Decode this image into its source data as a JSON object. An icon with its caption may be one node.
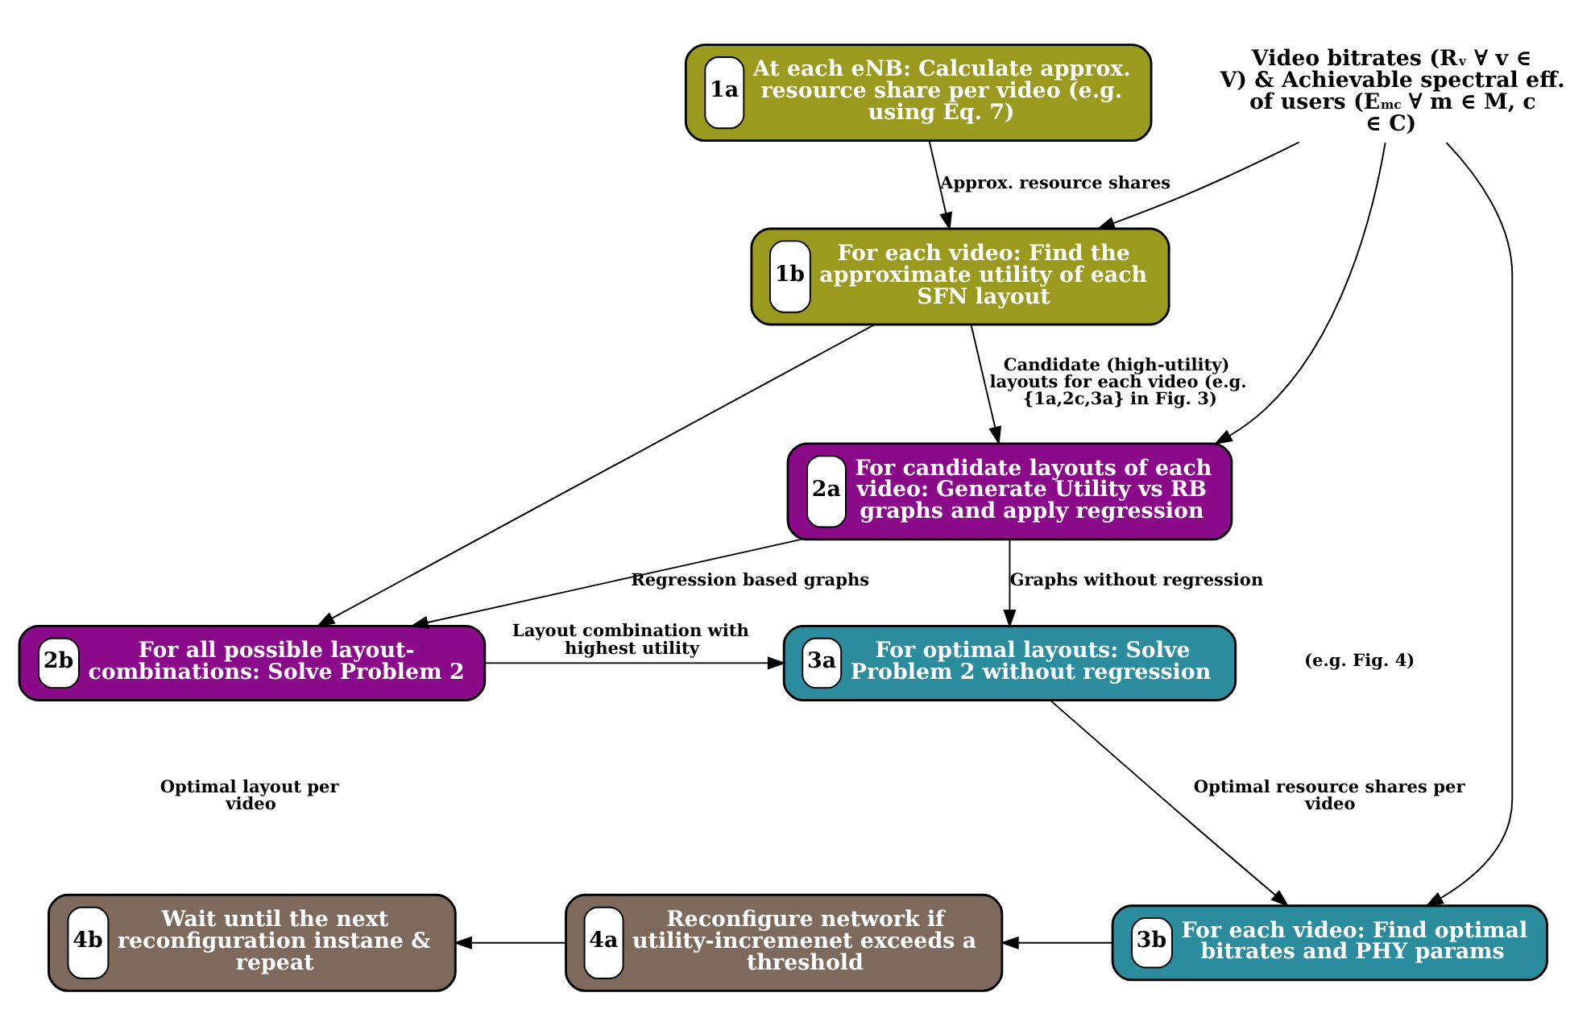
{
  "diagram": {
    "nodes": [
      {
        "text": [
          "1a",
          "At each eNB: Calculate approx. resource share per video (e.g. using Eq. 7)"
        ]
      },
      {
        "text": [
          "1b",
          "For each video: Find the approximate utility of each SFN layout"
        ]
      },
      {
        "text": [
          "Video bitrates (R$_{v}$ ∀ v ∈ V) & Achievable spectral eff. of users (E$_{mc}$ ∀ m ∈ M, c ∈ C)"
        ]
      },
      {
        "text": [
          "2a",
          "For candidate layouts of each video: Generate Utility vs RB graphs and apply regression"
        ]
      },
      {
        "text": [
          "2b",
          "For all possible layout-combinations: Solve Problem 2"
        ]
      },
      {
        "text": [
          "3a",
          "For optimal layouts: Solve Problem 2 without regression"
        ]
      },
      {
        "text": [
          "3b",
          "For each video: Find optimal bitrates and PHY params"
        ]
      },
      {
        "text": [
          "4a",
          "Reconfigure network if utility-incremenet exceeds a threshold"
        ]
      },
      {
        "text": [
          "4b",
          "Wait until the next reconfiguration instane & repeat"
        ]
      }
    ],
    "edges": [
      {
        "from": 0,
        "to": 1,
        "arrow": "to",
        "label": "Approx. resource shares"
      },
      {
        "from": 2,
        "to": 1,
        "arrow": "to"
      },
      {
        "from": 2,
        "to": 3,
        "arrow": "to"
      },
      {
        "from": 2,
        "to": 6,
        "arrow": "to"
      },
      {
        "from": 1,
        "to": 3,
        "arrow": "to",
        "label": "Candidate (high-utility) layouts for each video (e.g. {1a,2c,3a} in Fig. 3)"
      },
      {
        "from": 1,
        "to": 4,
        "arrow": "to"
      },
      {
        "from": 3,
        "to": 4,
        "arrow": "to",
        "label": "Regression based graphs"
      },
      {
        "from": 3,
        "to": 5,
        "arrow": "to",
        "label": "Graphs without regression"
      },
      {
        "from": 4,
        "to": 5,
        "arrow": "to",
        "label": "Layout combination with highest utility"
      },
      {
        "from": 5,
        "to": 6,
        "arrow": "to",
        "label": "Optimal resource shares per video"
      },
      {
        "from": 6,
        "to": 7,
        "arrow": "to"
      },
      {
        "from": 7,
        "to": 8,
        "arrow": "to"
      }
    ],
    "labels": [
      "(e.g. Fig. 4)",
      "Optimal layout per video"
    ]
  }
}
